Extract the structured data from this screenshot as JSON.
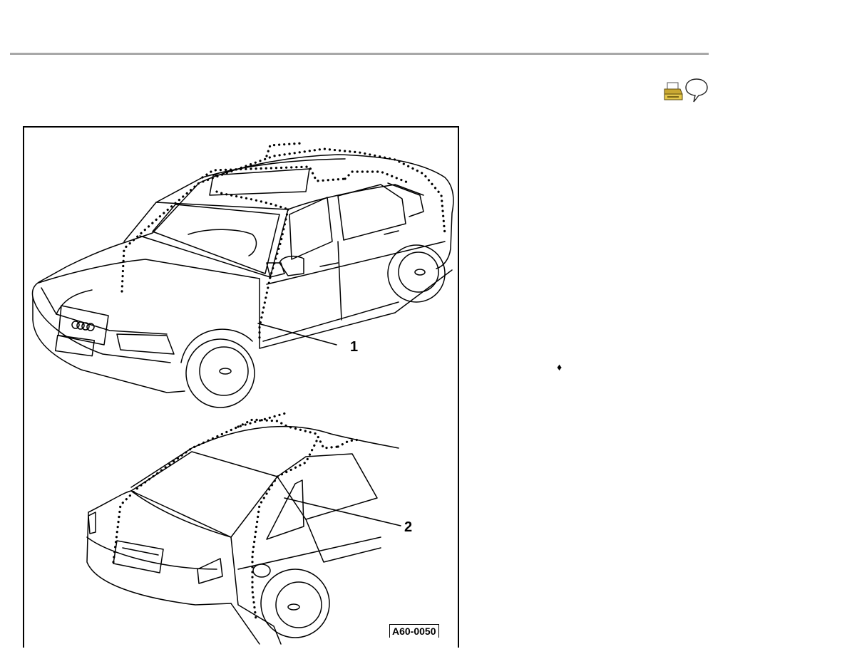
{
  "toolbar": {
    "print_icon": "print-icon",
    "feedback_icon": "speech-bubble-icon"
  },
  "figure": {
    "callouts": [
      "1",
      "2"
    ],
    "figure_id": "A60-0050",
    "manufacturer_logo": "Audi four rings"
  },
  "content": {
    "bullet_char": "♦"
  }
}
